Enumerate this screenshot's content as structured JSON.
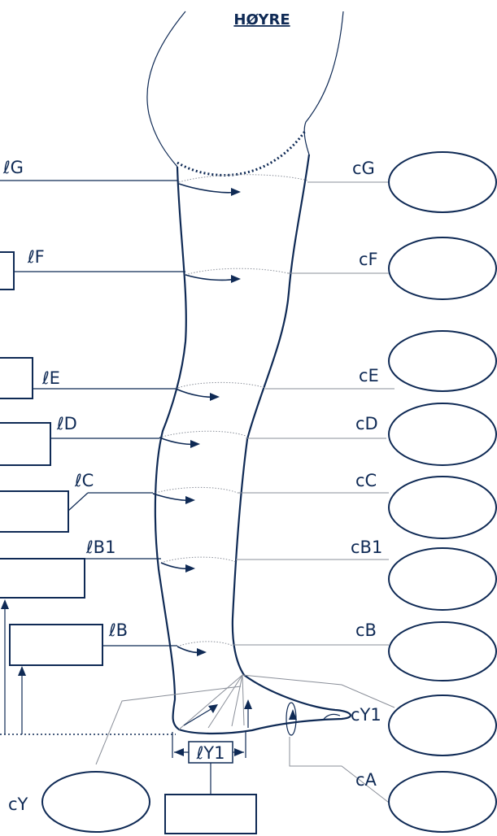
{
  "title": "HØYRE",
  "length_labels": {
    "lG": "ℓG",
    "lF": "ℓF",
    "lE": "ℓE",
    "lD": "ℓD",
    "lC": "ℓC",
    "lB1": "ℓB1",
    "lB": "ℓB",
    "lY1": "ℓY1"
  },
  "circumference_labels": {
    "cG": "cG",
    "cF": "cF",
    "cE": "cE",
    "cD": "cD",
    "cC": "cC",
    "cB1": "cB1",
    "cB": "cB",
    "cY1": "cY1",
    "cA": "cA",
    "cY": "cY"
  },
  "colors": {
    "line": "#0f2a55",
    "grey": "#8a8f99",
    "background": "#ffffff"
  }
}
